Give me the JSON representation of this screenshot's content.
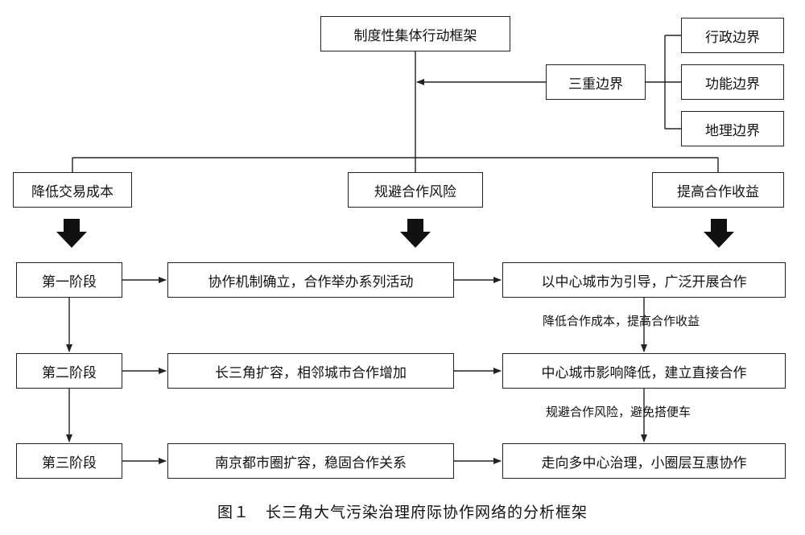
{
  "framework": "制度性集体行动框架",
  "boundaries": {
    "main": "三重边界",
    "items": [
      "行政边界",
      "功能边界",
      "地理边界"
    ]
  },
  "goals": [
    "降低交易成本",
    "规避合作风险",
    "提高合作收益"
  ],
  "stages": [
    "第一阶段",
    "第二阶段",
    "第三阶段"
  ],
  "actions": [
    "协作机制确立，合作举办系列活动",
    "长三角扩容，相邻城市合作增加",
    "南京都市圈扩容，稳固合作关系"
  ],
  "outcomes": [
    "以中心城市为引导，广泛开展合作",
    "中心城市影响降低，建立直接合作",
    "走向多中心治理，小圈层互惠协作"
  ],
  "transitions": [
    "降低合作成本，提高合作收益",
    "规避合作风险，避免搭便车"
  ],
  "caption": "图１　长三角大气污染治理府际协作网络的分析框架"
}
